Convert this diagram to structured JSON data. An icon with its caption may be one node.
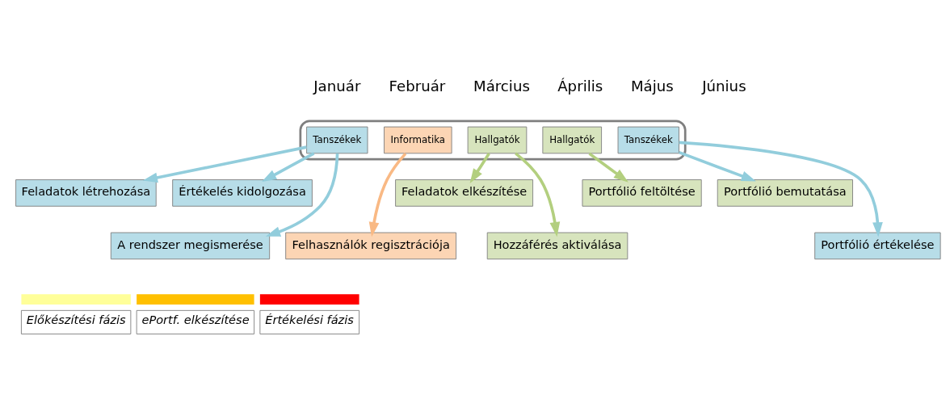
{
  "diagram": {
    "nodes": [
      {
        "text": [],
        "shape": "arrow"
      },
      {
        "text": [
          "Tanszékek"
        ],
        "in": 0
      },
      {
        "text": [
          "Informatika"
        ],
        "in": 0
      },
      {
        "text": [
          "Hallgatók"
        ],
        "in": 0
      },
      {
        "text": [
          "Hallgatók"
        ],
        "in": 0
      },
      {
        "text": [
          "Tanszékek"
        ],
        "in": 0
      },
      {
        "text": [
          "Feladatok létrehozása"
        ]
      },
      {
        "text": [
          "Értékelés kidolgozása"
        ]
      },
      {
        "text": [
          "Feladatok elkészítése"
        ]
      },
      {
        "text": [
          "Portfólió feltöltése"
        ]
      },
      {
        "text": [
          "Portfólió bemutatása"
        ]
      },
      {
        "text": [
          "A rendszer megismerése"
        ]
      },
      {
        "text": [
          "Felhasználók regisztrációja"
        ]
      },
      {
        "text": [
          "Hozzáférés aktiválása"
        ]
      },
      {
        "text": [
          "Portfólió értékelése"
        ]
      }
    ],
    "edges": [
      {
        "from": 1,
        "to": 11,
        "arrow": "to"
      },
      {
        "from": 1,
        "to": 6,
        "arrow": "to"
      },
      {
        "from": 1,
        "to": 7,
        "arrow": "to"
      },
      {
        "from": 2,
        "to": 12,
        "arrow": "to",
        "color": "#f9b984"
      },
      {
        "from": 3,
        "to": 13,
        "arrow": "to",
        "color": "#b3cf7f"
      },
      {
        "from": 3,
        "to": 8,
        "arrow": "to",
        "color": "#b3cf7f"
      },
      {
        "from": 4,
        "to": 9,
        "arrow": "to",
        "color": "#b3cf7f"
      },
      {
        "from": 5,
        "to": 14,
        "arrow": "to"
      },
      {
        "from": 5,
        "to": 10,
        "arrow": "to"
      }
    ],
    "labels": [
      "Január",
      "Február",
      "Március",
      "Április",
      "Május",
      "Június"
    ],
    "legend": [
      {
        "text": "Előkészítési fázis",
        "color": "#ffff99"
      },
      {
        "text": "ePortf. elkészítése",
        "color": "#ffc000"
      },
      {
        "text": "Értékelési fázis",
        "color": "#ff0000"
      }
    ]
  }
}
